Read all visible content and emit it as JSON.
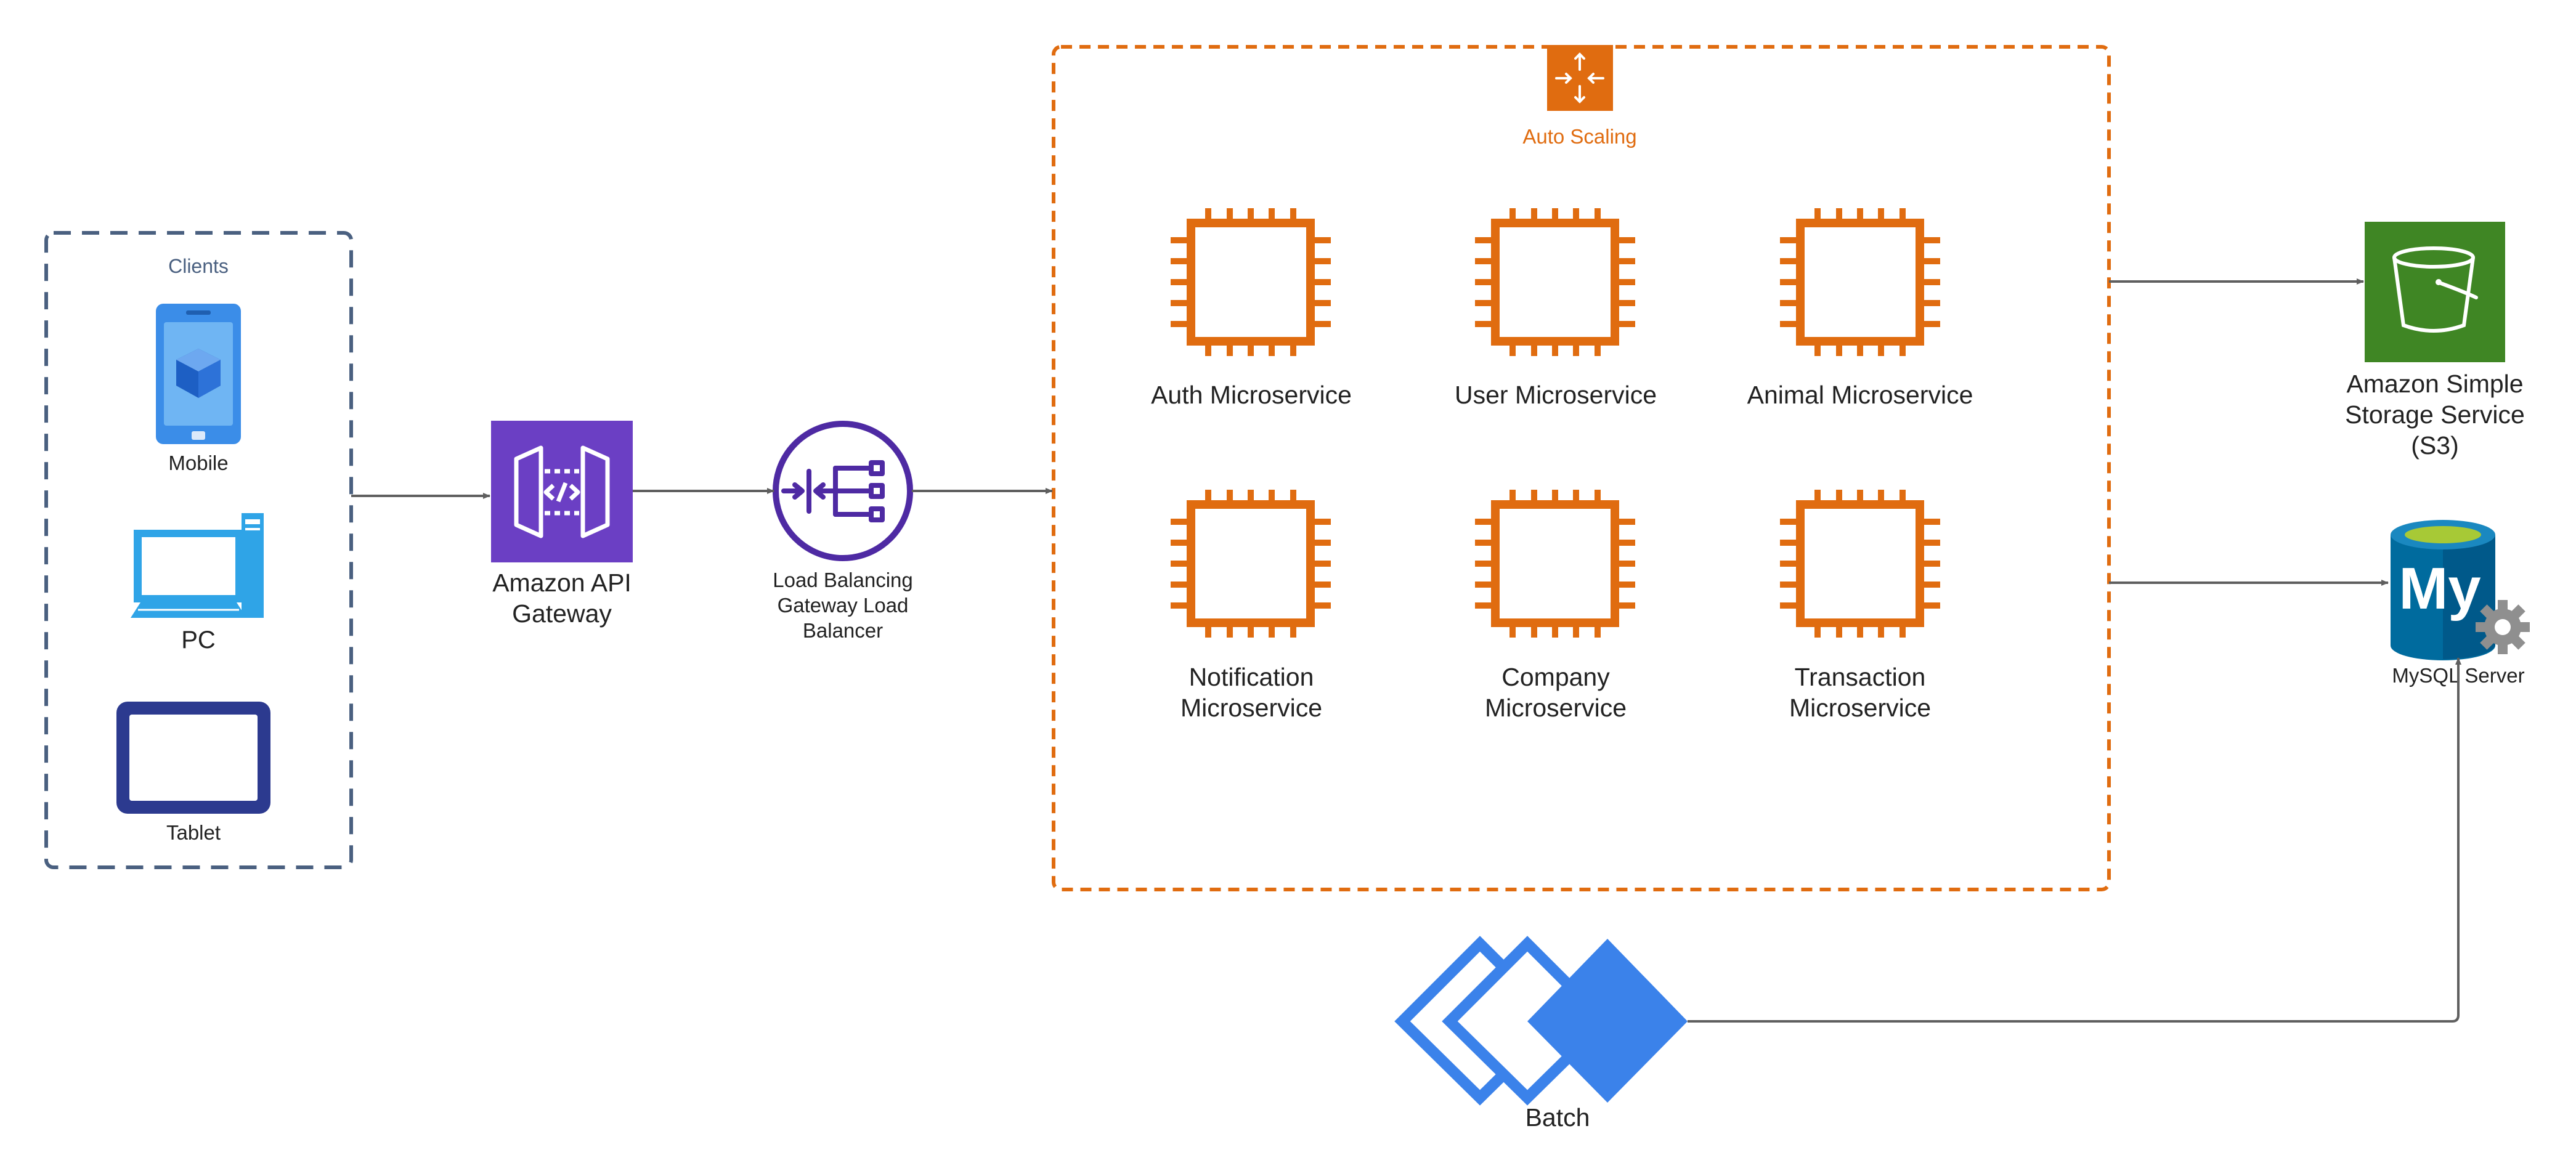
{
  "colors": {
    "arrow": "#5f5f5f",
    "clients_border": "#4a6080",
    "clients_label": "#4a6080",
    "autoscaling_border": "#e06c10",
    "autoscaling_label": "#e06c10",
    "ec2": "#e06c10",
    "api_gateway": "#6b3fc4",
    "load_balancer": "#4e2aa3",
    "s3": "#3f8624",
    "mysql": "#006b9e",
    "mysql_top": "#a7c936",
    "batch": "#3b82ea",
    "mobile": "#3b8de8",
    "pc": "#2fa4e7",
    "tablet": "#2c3a8f",
    "text": "#222222"
  },
  "clients": {
    "title": "Clients",
    "mobile_label": "Mobile",
    "pc_label": "PC",
    "tablet_label": "Tablet"
  },
  "api_gateway": {
    "label_line1": "Amazon API",
    "label_line2": "Gateway"
  },
  "load_balancer": {
    "label_line1": "Load Balancing",
    "label_line2": "Gateway Load",
    "label_line3": "Balancer"
  },
  "autoscaling": {
    "label": "Auto Scaling"
  },
  "microservices": [
    {
      "line1": "Auth Microservice",
      "line2": ""
    },
    {
      "line1": "User Microservice",
      "line2": ""
    },
    {
      "line1": "Animal Microservice",
      "line2": ""
    },
    {
      "line1": "Notification",
      "line2": "Microservice"
    },
    {
      "line1": "Company",
      "line2": "Microservice"
    },
    {
      "line1": "Transaction",
      "line2": "Microservice"
    }
  ],
  "s3": {
    "label_line1": "Amazon Simple",
    "label_line2": "Storage Service",
    "label_line3": "(S3)"
  },
  "mysql": {
    "label": "MySQL Server",
    "logo_text": "My"
  },
  "batch": {
    "label": "Batch"
  }
}
